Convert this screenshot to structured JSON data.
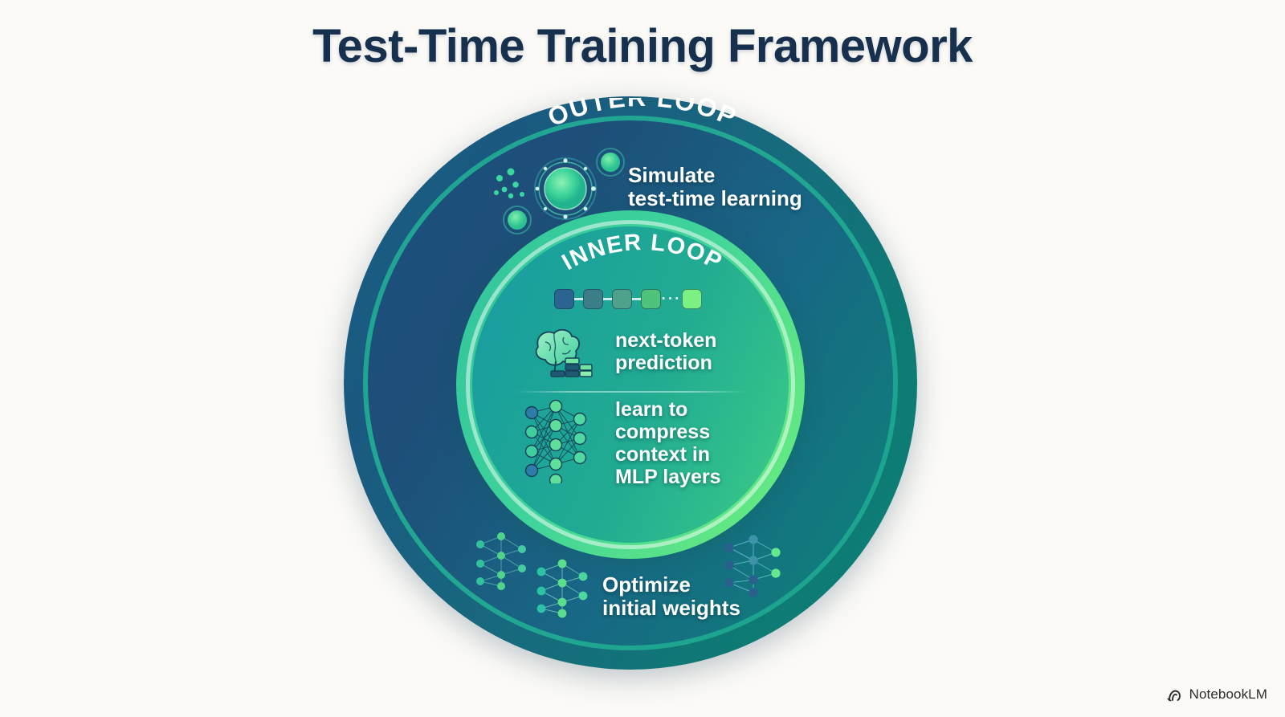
{
  "page": {
    "title": "Test-Time Training Framework",
    "background_color": "#fbfaf6"
  },
  "diagram": {
    "type": "concentric-loop-diagram",
    "rings": [
      {
        "id": "outer-loop",
        "label": "OUTER LOOP",
        "color_start": "#1b5d86",
        "color_end": "#0c8178"
      },
      {
        "id": "inner-loop",
        "label": "INNER LOOP",
        "color_start": "#1a9ba4",
        "color_end": "#3fcf86"
      }
    ],
    "outer_loop": {
      "label": "OUTER LOOP",
      "items": [
        {
          "id": "simulate",
          "icon": "orbital-cell-icon",
          "line1": "Simulate",
          "line2": "test-time learning"
        },
        {
          "id": "optimize",
          "icon": "neural-graph-icon",
          "line1": "Optimize",
          "line2": "initial weights"
        }
      ]
    },
    "inner_loop": {
      "label": "INNER LOOP",
      "token_sequence": {
        "ellipsis": "···",
        "tokens": [
          {
            "index": 1,
            "color": "#2b6490"
          },
          {
            "index": 2,
            "color": "#3d7f89"
          },
          {
            "index": 3,
            "color": "#4ea18b"
          },
          {
            "index": 4,
            "color": "#4fc27c"
          },
          {
            "index": 5,
            "color": "#7bf083"
          }
        ]
      },
      "items": [
        {
          "id": "next-token-prediction",
          "icon": "brain-bars-icon",
          "line1": "next-token",
          "line2": "prediction"
        },
        {
          "id": "compress-context",
          "icon": "mlp-network-icon",
          "line1": "learn to",
          "line2": "compress",
          "line3": "context in",
          "line4": "MLP layers"
        }
      ]
    }
  },
  "watermark": {
    "icon": "notebooklm-spiral-icon",
    "label": "NotebookLM"
  }
}
